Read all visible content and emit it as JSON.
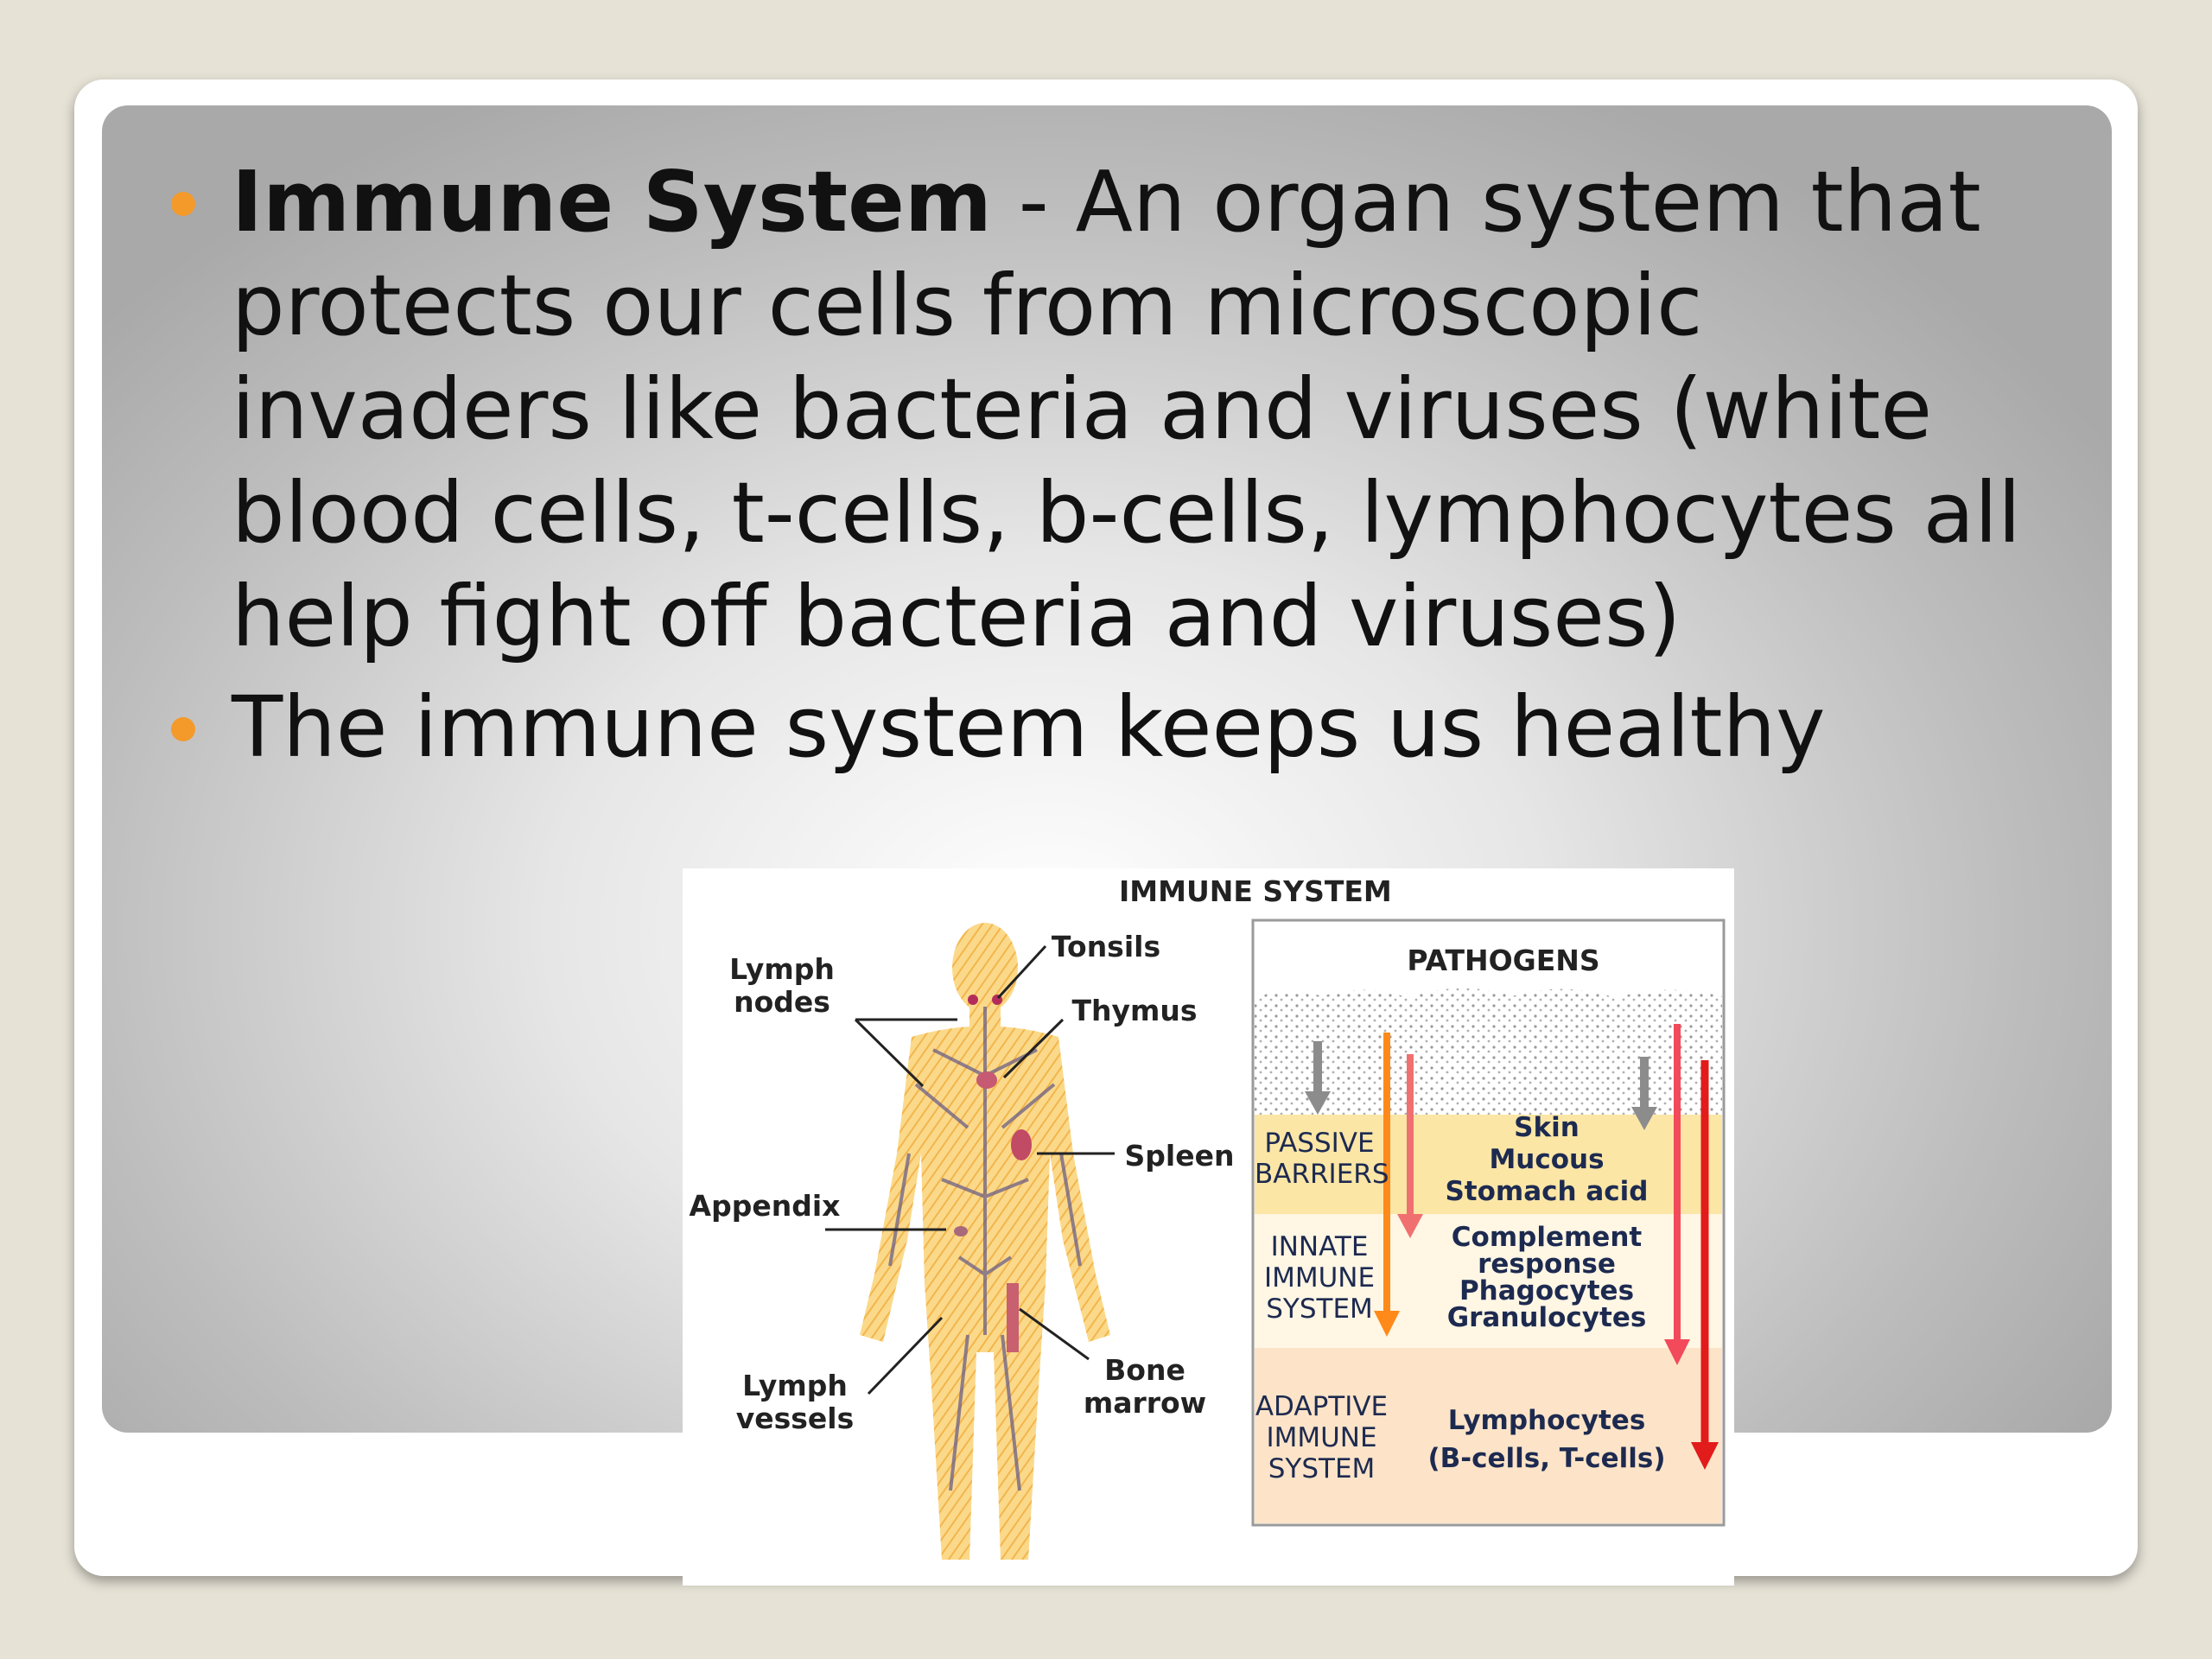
{
  "slide": {
    "bullets": [
      {
        "term": "Immune System",
        "text": " - An organ system that protects our cells from microscopic invaders like bacteria and viruses (white blood cells, t-cells, b-cells, lymphocytes all help fight off bacteria and viruses)"
      },
      {
        "term": "",
        "text": "The immune system keeps us healthy"
      }
    ],
    "bullet_color": "#f39a2b"
  },
  "diagram": {
    "title": "IMMUNE SYSTEM",
    "body_labels": {
      "lymph_nodes": "Lymph\nnodes",
      "tonsils": "Tonsils",
      "thymus": "Thymus",
      "spleen": "Spleen",
      "appendix": "Appendix",
      "lymph_vessels": "Lymph\nvessels",
      "bone_marrow": "Bone\nmarrow"
    },
    "pathogens_title": "PATHOGENS",
    "layers": [
      {
        "name": "PASSIVE\nBARRIERS",
        "items": "Skin\nMucous\nStomach acid",
        "color": "#fbe6a6"
      },
      {
        "name": "INNATE\nIMMUNE\nSYSTEM",
        "items": "Complement\nresponse\nPhagocytes\nGranulocytes",
        "color": "#fff6e4"
      },
      {
        "name": "ADAPTIVE\nIMMUNE\nSYSTEM",
        "items": "Lymphocytes\n(B-cells, T-cells)",
        "color": "#fde4c8"
      }
    ]
  }
}
